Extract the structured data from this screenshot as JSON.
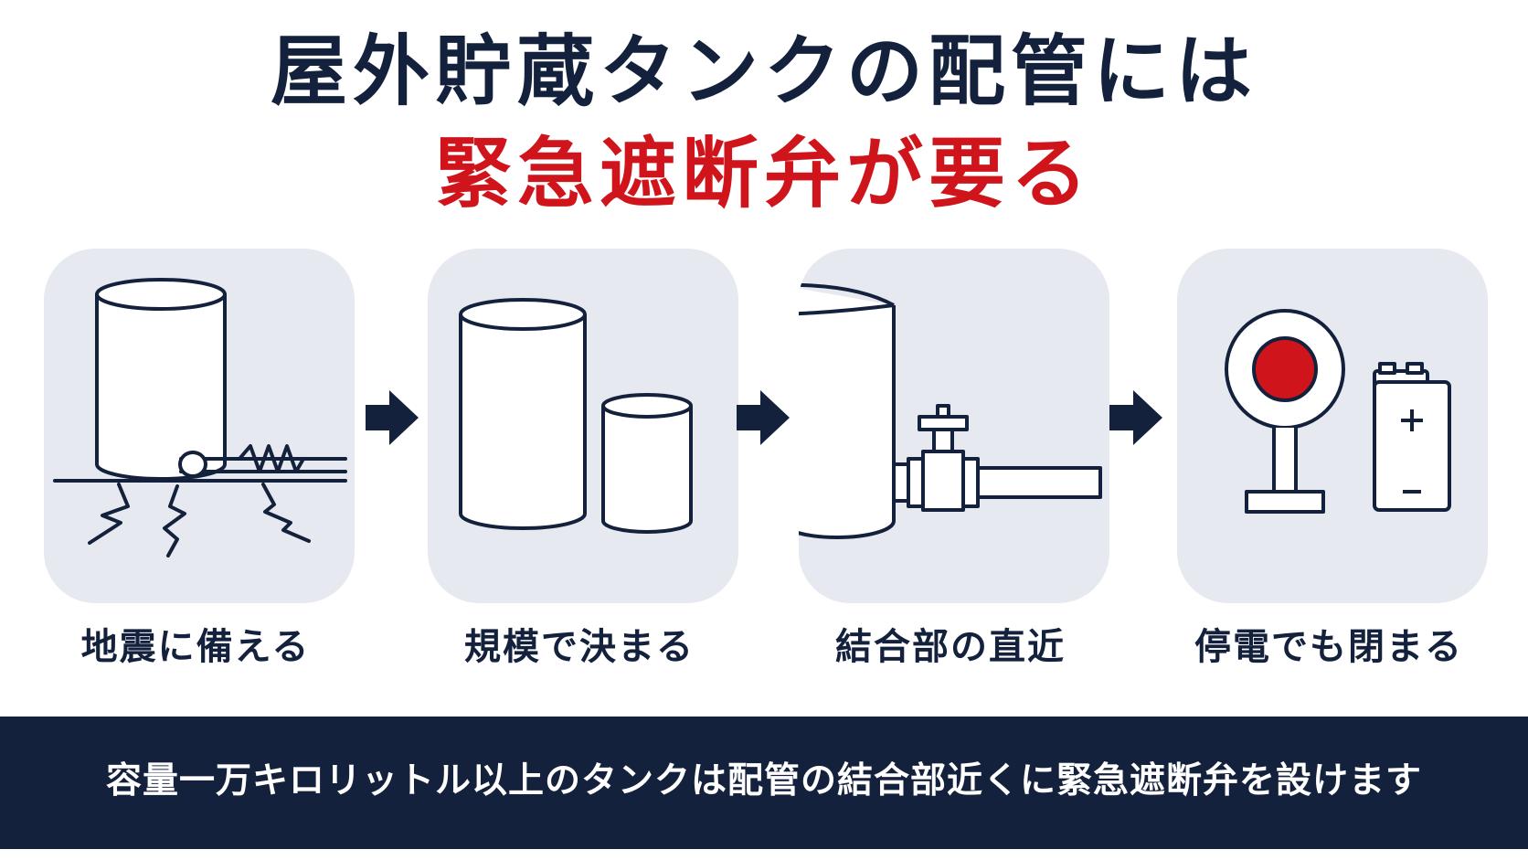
{
  "title": {
    "line1": "屋外貯蔵タンクの配管には",
    "line2": "緊急遮断弁が要る"
  },
  "steps": [
    {
      "label": "地震に備える",
      "icon": "tank-earthquake-icon"
    },
    {
      "label": "規模で決まる",
      "icon": "tank-size-icon"
    },
    {
      "label": "結合部の直近",
      "icon": "tank-valve-icon"
    },
    {
      "label": "停電でも閉まる",
      "icon": "stop-button-battery-icon"
    }
  ],
  "footer": {
    "text": "容量一万キロリットル以上のタンクは配管の結合部近くに緊急遮断弁を設けます"
  },
  "colors": {
    "navy": "#14213d",
    "red": "#d0141c",
    "panel": "#e6e9ef",
    "background": "#ffffff"
  }
}
